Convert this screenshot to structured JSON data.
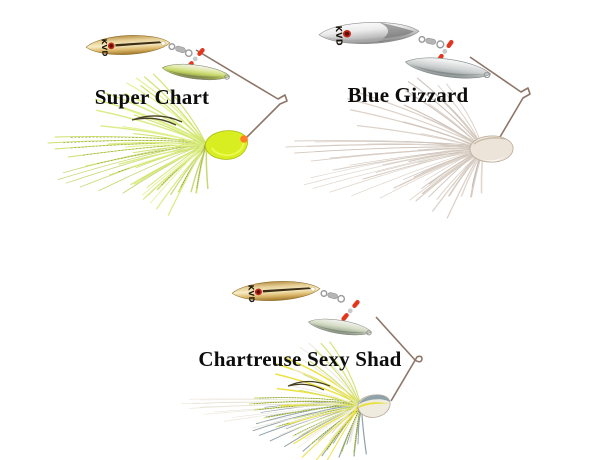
{
  "brand": {
    "blade_logo": "KVD"
  },
  "products": [
    {
      "label": "Super Chart",
      "colors": {
        "skirt_primary": "#cfe06e",
        "skirt_light": "#e4f392",
        "head": "#d9ee20",
        "head_tip": "#ff7f24"
      }
    },
    {
      "label": "Blue Gizzard",
      "colors": {
        "skirt_primary": "#d7cdc4",
        "head": "#ece4d9"
      }
    },
    {
      "label": "Chartreuse Sexy Shad",
      "colors": {
        "skirt_primary": "#eeeadf",
        "skirt_top": "#92a4ac",
        "skirt_mid": "#c6da62",
        "skirt_accent": "#ece23e",
        "head": "#f0ebdf"
      }
    }
  ],
  "accents": {
    "bead_color": "#e2371f",
    "wire_color": "#8d7668",
    "gold_blade": "#e7cf96",
    "silver_blade": "#e8e8e8",
    "logo_red": "#c32718"
  }
}
